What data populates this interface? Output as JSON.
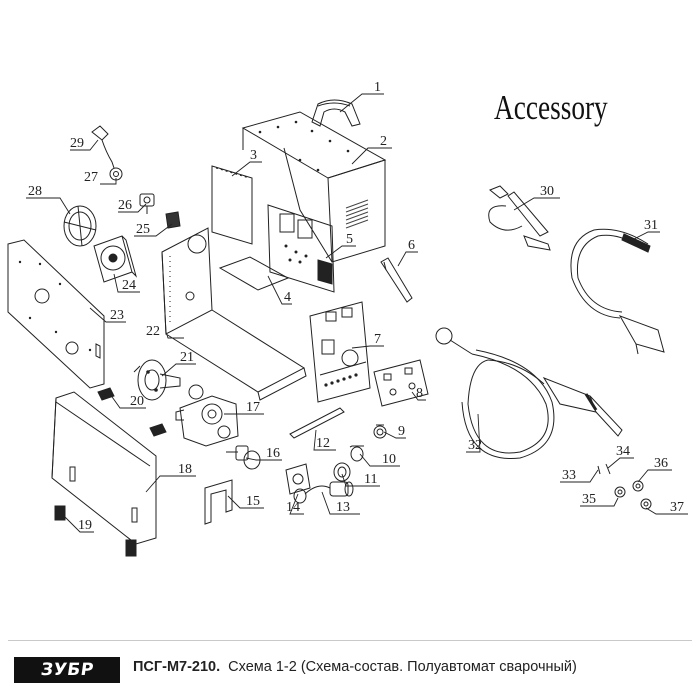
{
  "accessory_title": "Accessory",
  "callouts": [
    "1",
    "2",
    "3",
    "4",
    "5",
    "6",
    "7",
    "8",
    "9",
    "10",
    "11",
    "12",
    "13",
    "14",
    "15",
    "16",
    "17",
    "18",
    "19",
    "20",
    "21",
    "22",
    "23",
    "24",
    "25",
    "26",
    "27",
    "28",
    "29",
    "30",
    "31",
    "32",
    "33",
    "34",
    "35",
    "36",
    "37"
  ],
  "footer": {
    "logo_text": "ЗУБР",
    "model": "ПСГ-М7-210.",
    "caption": "Схема 1-2 (Схема-состав. Полуавтомат сварочный)"
  }
}
